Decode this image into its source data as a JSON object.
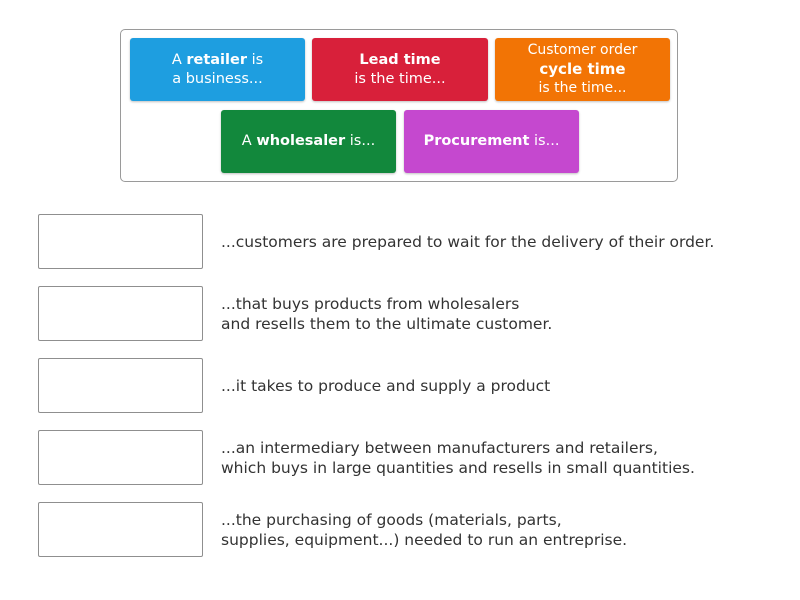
{
  "colors": {
    "retailer": "#1e9ee0",
    "lead_time": "#d8203a",
    "customer_order": "#f27405",
    "wholesaler": "#12883c",
    "procurement": "#c548cf"
  },
  "tiles": [
    {
      "id": "retailer",
      "lines": [
        {
          "pre": "A ",
          "bold": "retailer",
          "post": " is"
        },
        {
          "pre": "a business...",
          "bold": "",
          "post": ""
        }
      ]
    },
    {
      "id": "lead_time",
      "lines": [
        {
          "pre": "",
          "bold": "Lead time",
          "post": ""
        },
        {
          "pre": "is the time...",
          "bold": "",
          "post": ""
        }
      ]
    },
    {
      "id": "customer_order",
      "lines": [
        {
          "pre": "Customer order",
          "bold": "",
          "post": ""
        },
        {
          "pre": "",
          "bold": "cycle time",
          "post": ""
        },
        {
          "pre": "is the time...",
          "bold": "",
          "post": ""
        }
      ]
    },
    {
      "id": "wholesaler",
      "lines": [
        {
          "pre": "A ",
          "bold": "wholesaler",
          "post": " is..."
        }
      ]
    },
    {
      "id": "procurement",
      "lines": [
        {
          "pre": "",
          "bold": "Procurement",
          "post": " is..."
        }
      ]
    }
  ],
  "rows": [
    {
      "lines": [
        "...customers are prepared to wait for the delivery of their order."
      ]
    },
    {
      "lines": [
        "...that buys products from wholesalers",
        "and resells them to the ultimate customer."
      ]
    },
    {
      "lines": [
        "...it takes to produce and supply a product"
      ]
    },
    {
      "lines": [
        "...an intermediary between manufacturers and retailers,",
        "which buys in large quantities and resells in small quantities."
      ]
    },
    {
      "lines": [
        "...the purchasing of goods (materials, parts,",
        "supplies, equipment...) needed to run an entreprise."
      ]
    }
  ]
}
